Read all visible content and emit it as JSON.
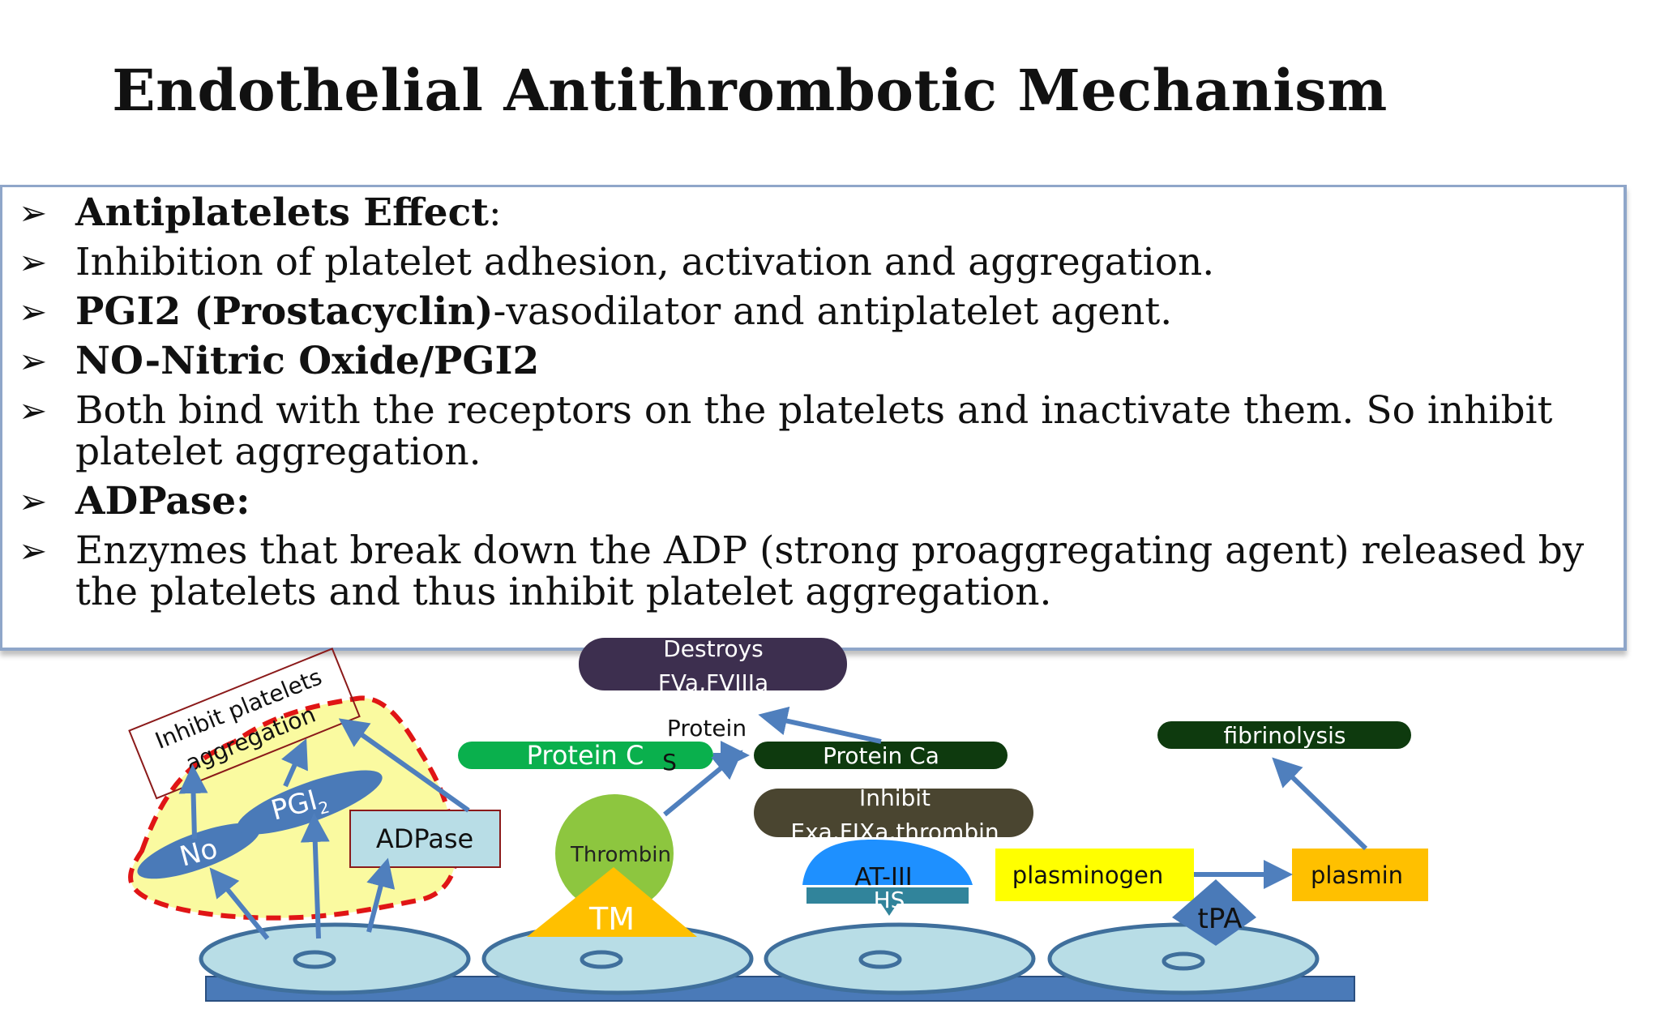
{
  "title": "Endothelial Antithrombotic Mechanism",
  "bullets": [
    {
      "bold": "Antiplatelets Effect",
      "text": ":"
    },
    {
      "bold": "",
      "text": "Inhibition  of platelet adhesion, activation and aggregation."
    },
    {
      "bold": "PGI2 (Prostacyclin)",
      "text": "-vasodilator  and antiplatelet agent."
    },
    {
      "bold": "NO-Nitric Oxide/PGI2",
      "text": ""
    },
    {
      "bold": "",
      "text": "Both  bind with the receptors on the platelets and inactivate  them. So  inhibit  platelet aggregation."
    },
    {
      "bold": "ADPase:",
      "text": ""
    },
    {
      "bold": "",
      "text": "Enzymes that break down the ADP (strong proaggregating agent) released by the platelets  and thus  inhibit  platelet  aggregation."
    }
  ],
  "diagram": {
    "inhibit_box": [
      "Inhibit platelets",
      "aggregation"
    ],
    "no": "No",
    "pgi": "PGI",
    "pgi_sub": "2",
    "adpase": "ADPase",
    "destroys": [
      "Destroys",
      "FVa,FVIIIa"
    ],
    "protein_s": [
      "Protein",
      "S"
    ],
    "protein_c": "Protein C",
    "protein_ca": "Protein Ca",
    "inhibit2": [
      "Inhibit",
      "Exa,FIXa,thrombin"
    ],
    "thrombin": "Thrombin",
    "tm": "TM",
    "at3": "AT-III",
    "hs": "HS",
    "fibrinolysis": "fibrinolysis",
    "plasminogen": "plasminogen",
    "plasmin": "plasmin",
    "tpa": "tPA"
  },
  "colors": {
    "cell": "#b8dde6",
    "cell_stroke": "#3f6f9c",
    "base_bar": "#4a7ab8",
    "arrow": "#4f7fbd",
    "protein_c": "#0ab04d",
    "dark_green": "#0e3a0e",
    "purple": "#3d2f4f",
    "olive": "#4a4530",
    "yellow_bg": "#fafaa0",
    "red_dash": "#e01515",
    "plasminogen": "#ffff00",
    "plasmin": "#ffc000",
    "thrombin": "#8dc63f",
    "tm": "#ffc000",
    "at3": "#1e90ff",
    "hs": "#31849b"
  }
}
